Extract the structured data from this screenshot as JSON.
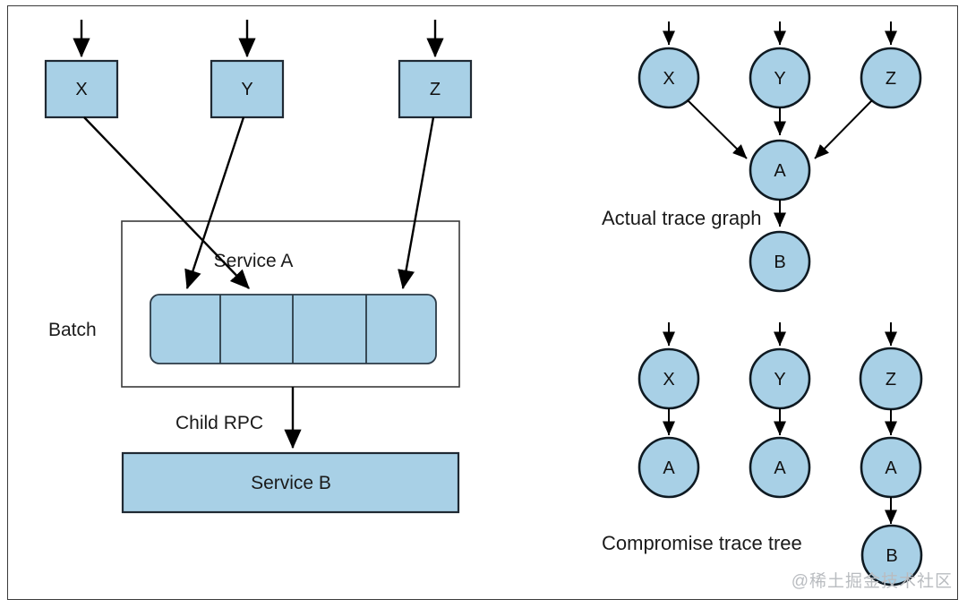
{
  "figure": {
    "title": "Batching trace: actual trace graph vs compromise trace tree",
    "background_color": "#ffffff",
    "border_color": "#3a3a3a",
    "node_fill_color": "#a8d0e6",
    "node_stroke_color": "#1f2933",
    "edge_color": "#000000"
  },
  "left_panel": {
    "input_boxes": [
      {
        "label": "X"
      },
      {
        "label": "Y"
      },
      {
        "label": "Z"
      }
    ],
    "service_a_label": "Service A",
    "batch_label": "Batch",
    "batch_cells": [
      "",
      "",
      "",
      ""
    ],
    "child_rpc_label": "Child RPC",
    "service_b_label": "Service B"
  },
  "right_panel": {
    "actual_trace": {
      "caption": "Actual trace graph",
      "nodes": [
        {
          "id": "X",
          "label": "X"
        },
        {
          "id": "Y",
          "label": "Y"
        },
        {
          "id": "Z",
          "label": "Z"
        },
        {
          "id": "A",
          "label": "A"
        },
        {
          "id": "B",
          "label": "B"
        }
      ],
      "edges": [
        {
          "from": "X",
          "to": "A"
        },
        {
          "from": "Y",
          "to": "A"
        },
        {
          "from": "Z",
          "to": "A"
        },
        {
          "from": "A",
          "to": "B"
        }
      ]
    },
    "compromise_trace": {
      "caption": "Compromise trace tree",
      "nodes": [
        {
          "id": "X",
          "label": "X"
        },
        {
          "id": "Y",
          "label": "Y"
        },
        {
          "id": "Z",
          "label": "Z"
        },
        {
          "id": "A1",
          "label": "A"
        },
        {
          "id": "A2",
          "label": "A"
        },
        {
          "id": "A3",
          "label": "A"
        },
        {
          "id": "B",
          "label": "B"
        }
      ],
      "edges": [
        {
          "from": "X",
          "to": "A1"
        },
        {
          "from": "Y",
          "to": "A2"
        },
        {
          "from": "Z",
          "to": "A3"
        },
        {
          "from": "A3",
          "to": "B"
        }
      ]
    }
  },
  "watermark": {
    "text": "@稀土掘金技术社区"
  }
}
